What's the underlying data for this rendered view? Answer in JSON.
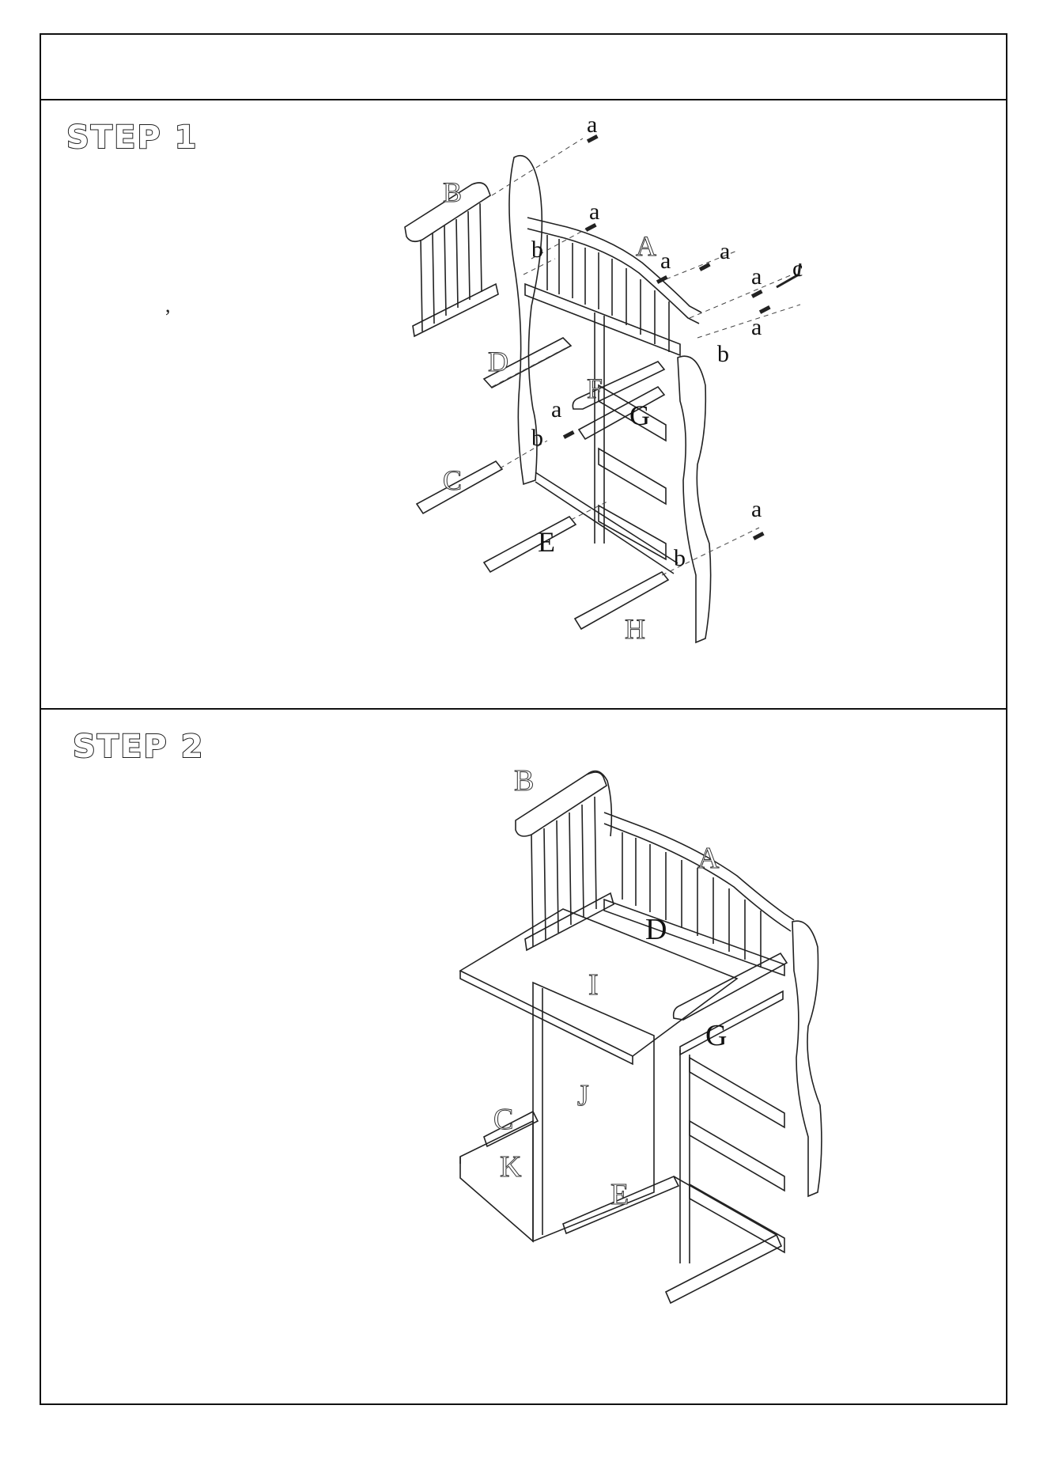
{
  "header": {
    "text": ""
  },
  "step1": {
    "title": "STEP 1",
    "stray_text": ",",
    "labels": {
      "A": "A",
      "B": "B",
      "C": "C",
      "D": "D",
      "E": "E",
      "F": "F",
      "G": "G",
      "H": "H",
      "a": "a",
      "b": "b",
      "c": "c"
    }
  },
  "step2": {
    "title": "STEP 2",
    "labels": {
      "A": "A",
      "B": "B",
      "C": "C",
      "D": "D",
      "E": "E",
      "G": "G",
      "I": "I",
      "J": "J",
      "K": "K"
    }
  },
  "footer": {
    "text": ""
  }
}
